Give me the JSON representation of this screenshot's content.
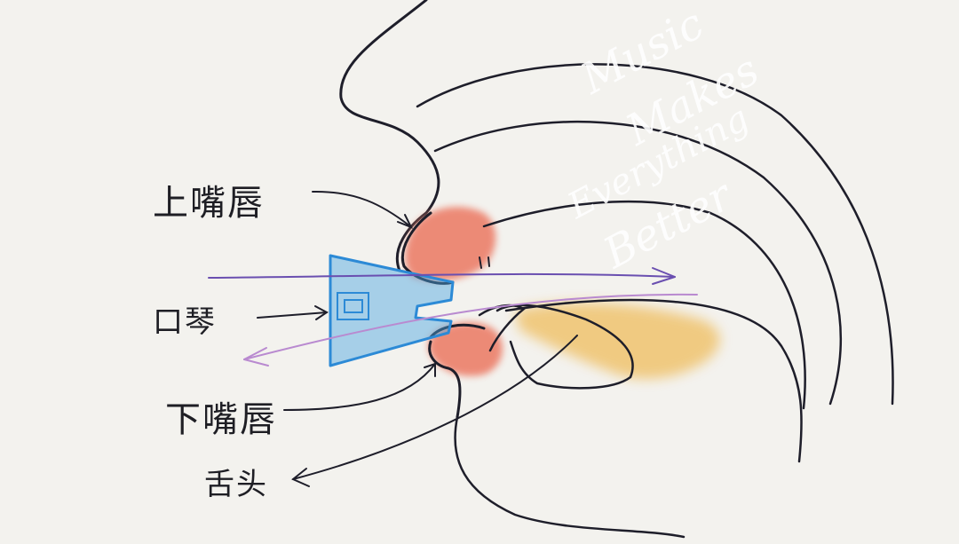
{
  "labels": {
    "upper_lip": "上嘴唇",
    "harmonica": "口琴",
    "lower_lip": "下嘴唇",
    "tongue": "舌头"
  },
  "watermark": {
    "line1": "Music",
    "line2": "Makes",
    "line3": "Everything",
    "line4": "Better"
  },
  "colors": {
    "background": "#f3f2ee",
    "ink": "#1e1e2a",
    "lip": "#ec7f6a",
    "tongue": "#f0c676",
    "harmonica": "#4aa3e0",
    "exhale_arrow": "#6a4fb0",
    "inhale_arrow": "#b98ad0"
  }
}
